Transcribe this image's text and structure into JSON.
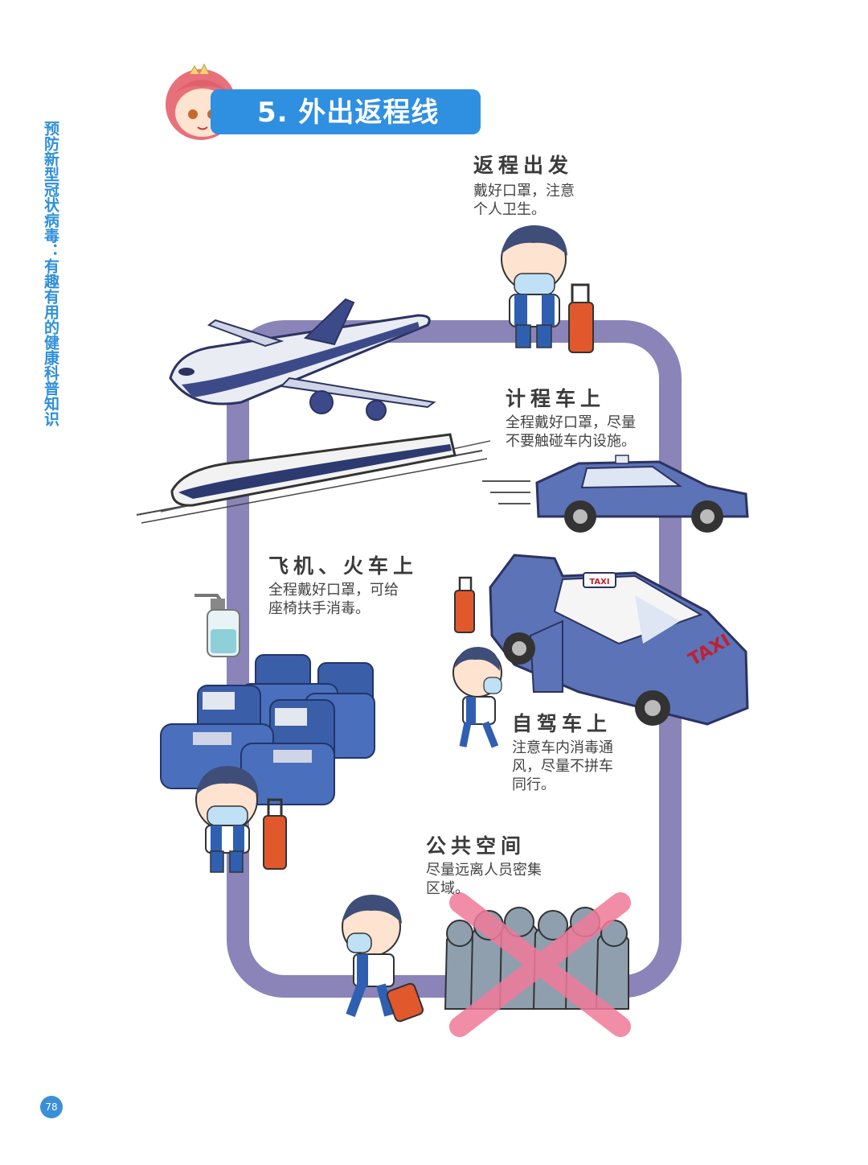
{
  "side_title": "预防新型冠状病毒：有趣有用的健康科普知识",
  "banner": {
    "title": "5. 外出返程线"
  },
  "sections": {
    "depart": {
      "title": "返程出发",
      "desc_line1": "戴好口罩，注意",
      "desc_line2": "个人卫生。"
    },
    "taxi": {
      "title": "计程车上",
      "desc_line1": "全程戴好口罩，尽量",
      "desc_line2": "不要触碰车内设施。"
    },
    "plane_train": {
      "title": "飞机、火车上",
      "desc_line1": "全程戴好口罩，可给",
      "desc_line2": "座椅扶手消毒。"
    },
    "self_drive": {
      "title": "自驾车上",
      "desc_line1": "注意车内消毒通",
      "desc_line2": "风，尽量不拼车",
      "desc_line3": "同行。"
    },
    "public": {
      "title": "公共空间",
      "desc_line1": "尽量远离人员密集",
      "desc_line2": "区域。"
    }
  },
  "taxi_sign": "TAXI",
  "taxi_door_text": "TAXI",
  "page_number": "78",
  "colors": {
    "accent_blue": "#2f8fe0",
    "route_purple": "#8a84b8",
    "cross_pink": "#f07a9a"
  }
}
